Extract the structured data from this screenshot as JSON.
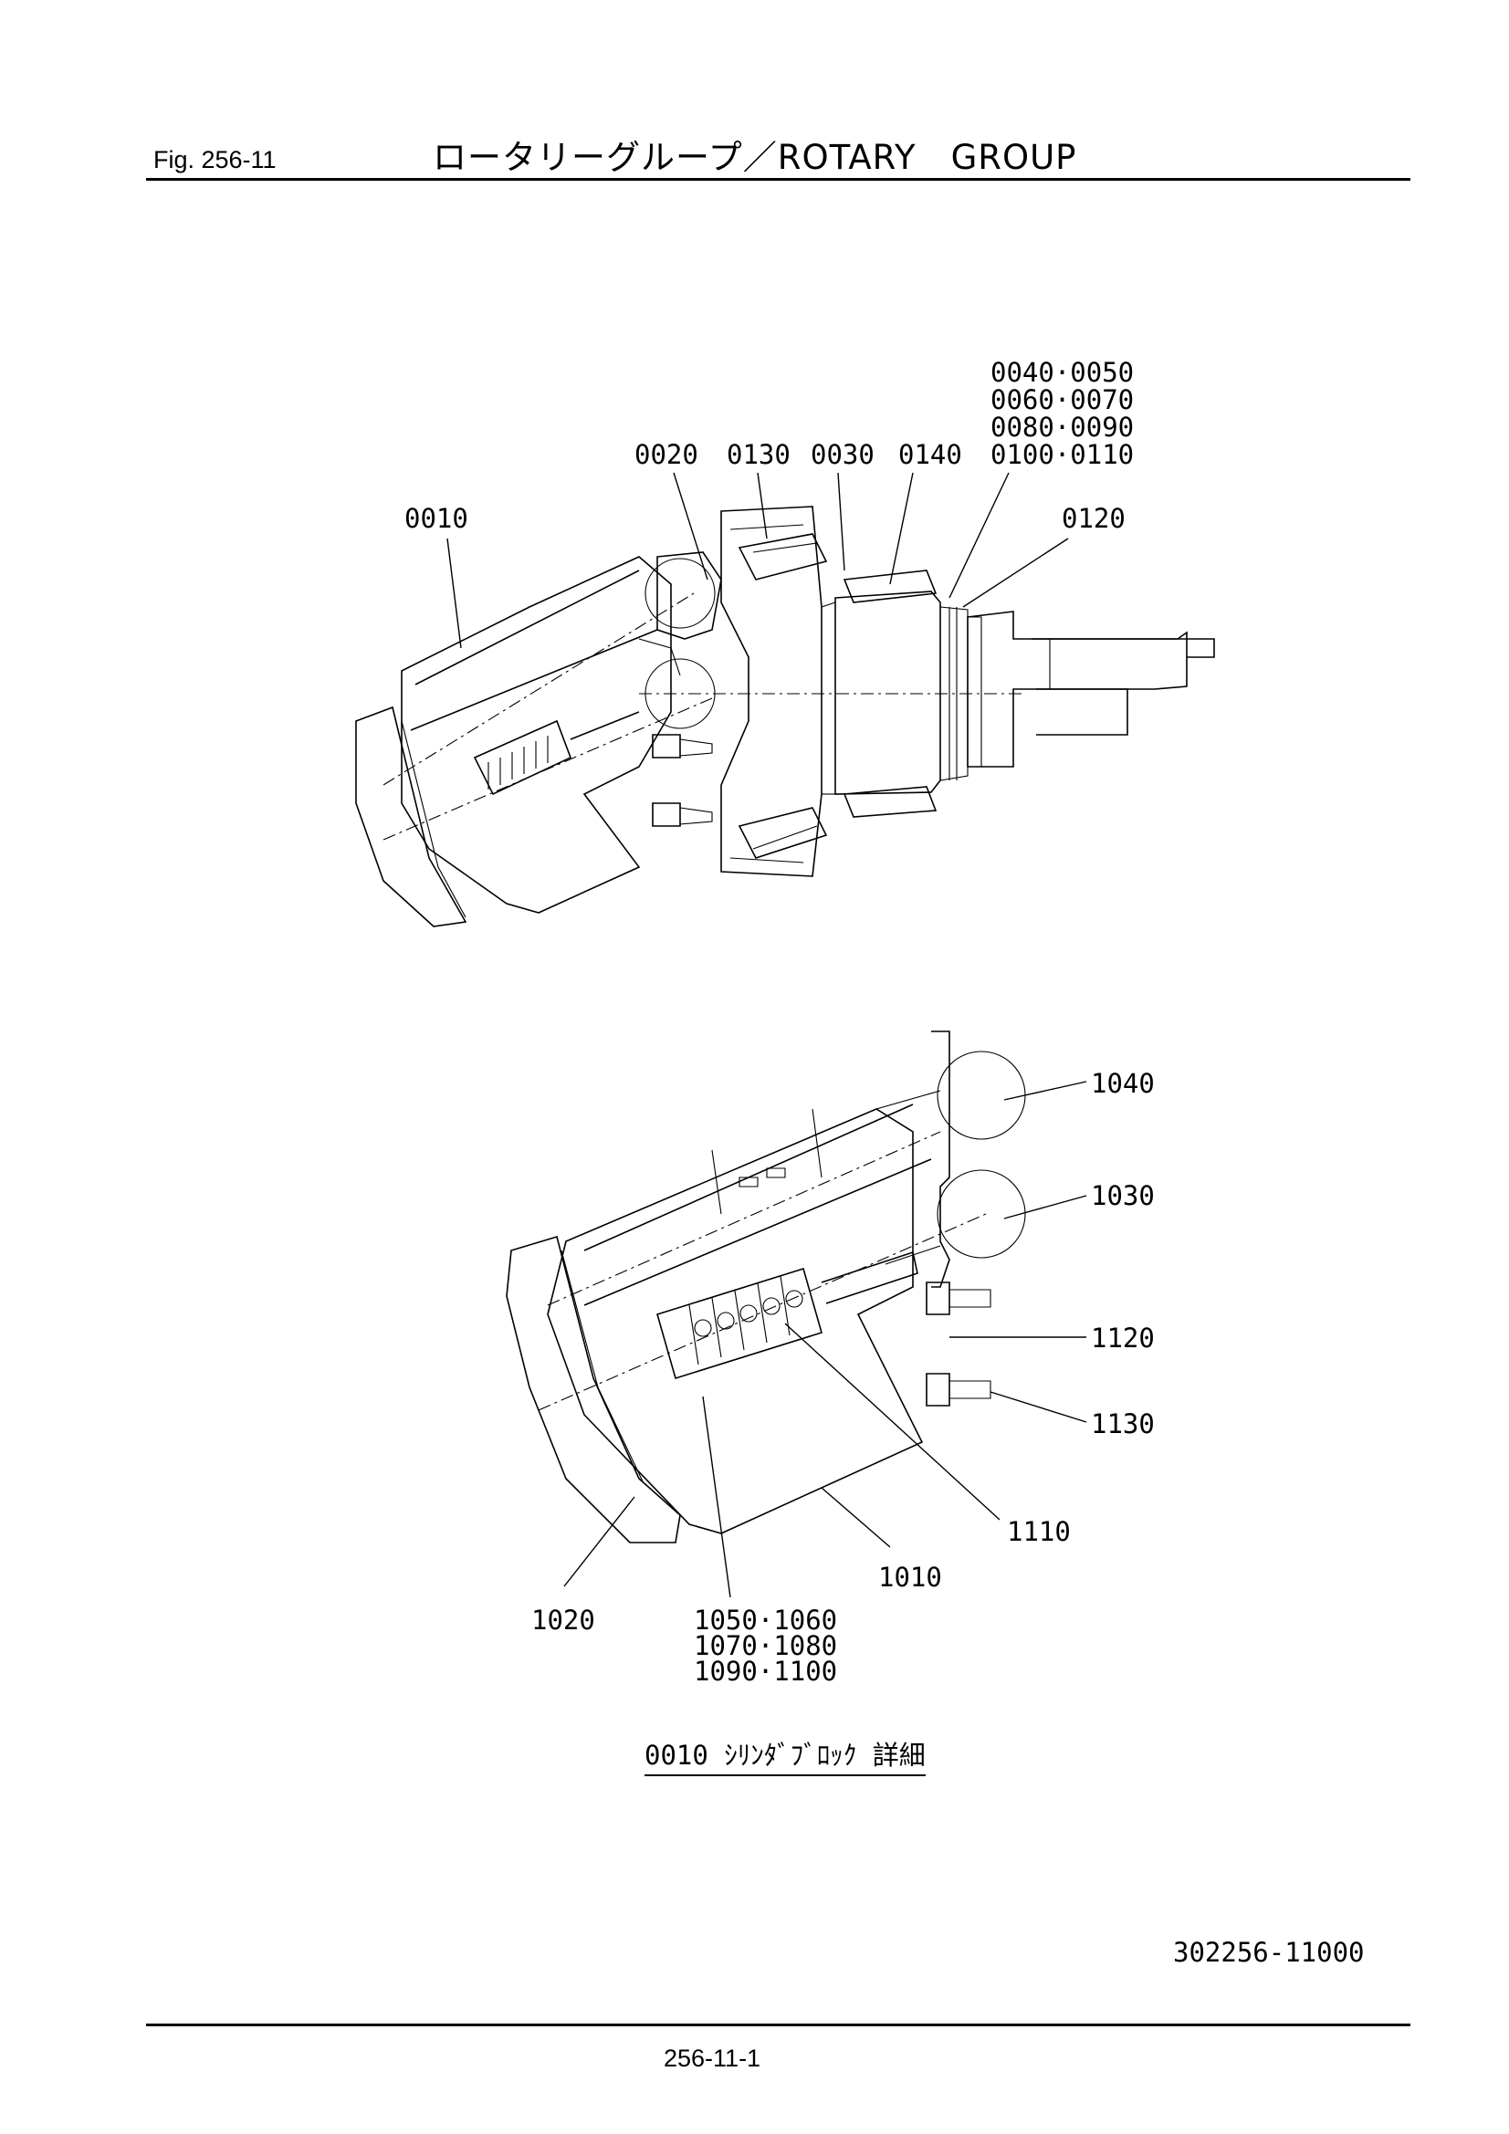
{
  "header": {
    "figure": "Fig.  256-11",
    "title": "ロータリーグループ／ROTARY　GROUP"
  },
  "upper_view": {
    "callouts": {
      "c0010": "0010",
      "c0020": "0020",
      "c0130": "0130",
      "c0030": "0030",
      "c0140": "0140",
      "c0120": "0120",
      "group_lines": [
        "0040·0050",
        "0060·0070",
        "0080·0090",
        "0100·0110"
      ]
    }
  },
  "lower_view": {
    "callouts": {
      "c1040": "1040",
      "c1030": "1030",
      "c1120": "1120",
      "c1130": "1130",
      "c1110": "1110",
      "c1010": "1010",
      "c1020": "1020",
      "group_lines": [
        "1050·1060",
        "1070·1080",
        "1090·1100"
      ]
    },
    "caption": "0010 ｼﾘﾝﾀﾞﾌﾞﾛｯｸ 詳細"
  },
  "footer": {
    "document_number": "302256-11000",
    "page_number": "256-11-1"
  }
}
